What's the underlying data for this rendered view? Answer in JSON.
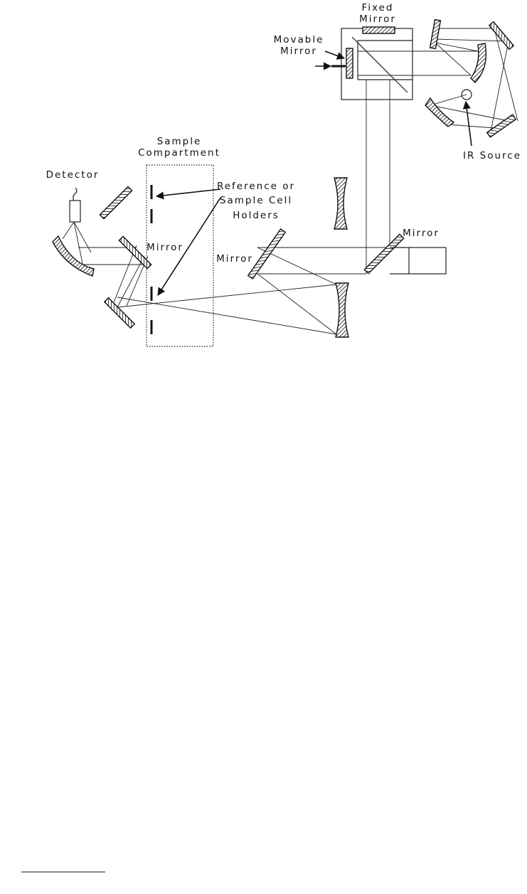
{
  "labels": {
    "fixed_mirror_line1": "Fixed",
    "fixed_mirror_line2": "Mirror",
    "movable_mirror_line1": "Movable",
    "movable_mirror_line2": "Mirror",
    "ir_source": "IR Source",
    "sample_compartment_line1": "Sample",
    "sample_compartment_line2": "Compartment",
    "detector": "Detector",
    "holders_line1": "Reference or",
    "holders_line2": "Sample Cell",
    "holders_line3": "Holders",
    "mirror_left": "Mirror",
    "mirror_center": "Mirror",
    "mirror_right": "Mirror"
  }
}
